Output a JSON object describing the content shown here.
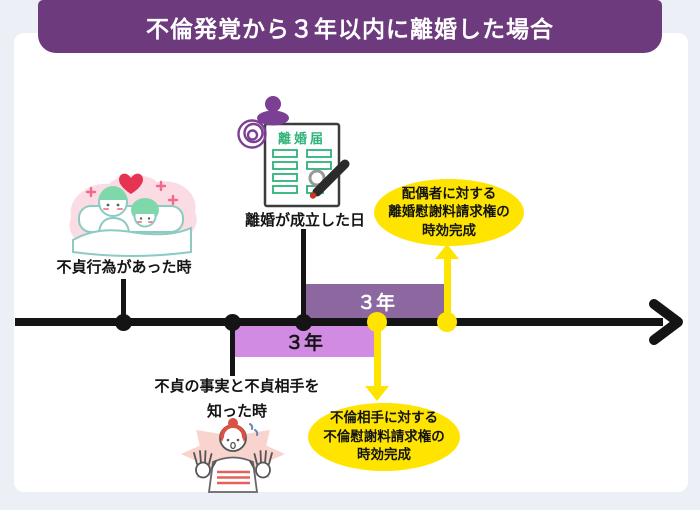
{
  "colors": {
    "page_bg": "#edeff6",
    "card_bg": "#ffffff",
    "header_bg": "#6d3a7d",
    "bar_above": "#8d68a0",
    "bar_below": "#d18be2",
    "highlight_yellow": "#ffe400",
    "ink": "#141414"
  },
  "header": {
    "title": "不倫発覚から３年以内に離婚した場合"
  },
  "events": {
    "affair": {
      "label": "不貞行為があった時"
    },
    "divorce": {
      "label": "離婚が成立した日"
    },
    "discovery": {
      "line1": "不貞の事実と不貞相手を",
      "line2": "知った時"
    }
  },
  "bars": {
    "above": {
      "label": "３年"
    },
    "below": {
      "label": "３年"
    }
  },
  "callouts": {
    "spouse": {
      "line1": "配偶者に対する",
      "line2": "離婚慰謝料請求権の",
      "line3": "時効完成"
    },
    "partner": {
      "line1": "不倫相手に対する",
      "line2": "不倫慰謝料請求権の",
      "line3": "時効完成"
    }
  },
  "illustration_text": {
    "divorce_form_title": "離婚届"
  }
}
